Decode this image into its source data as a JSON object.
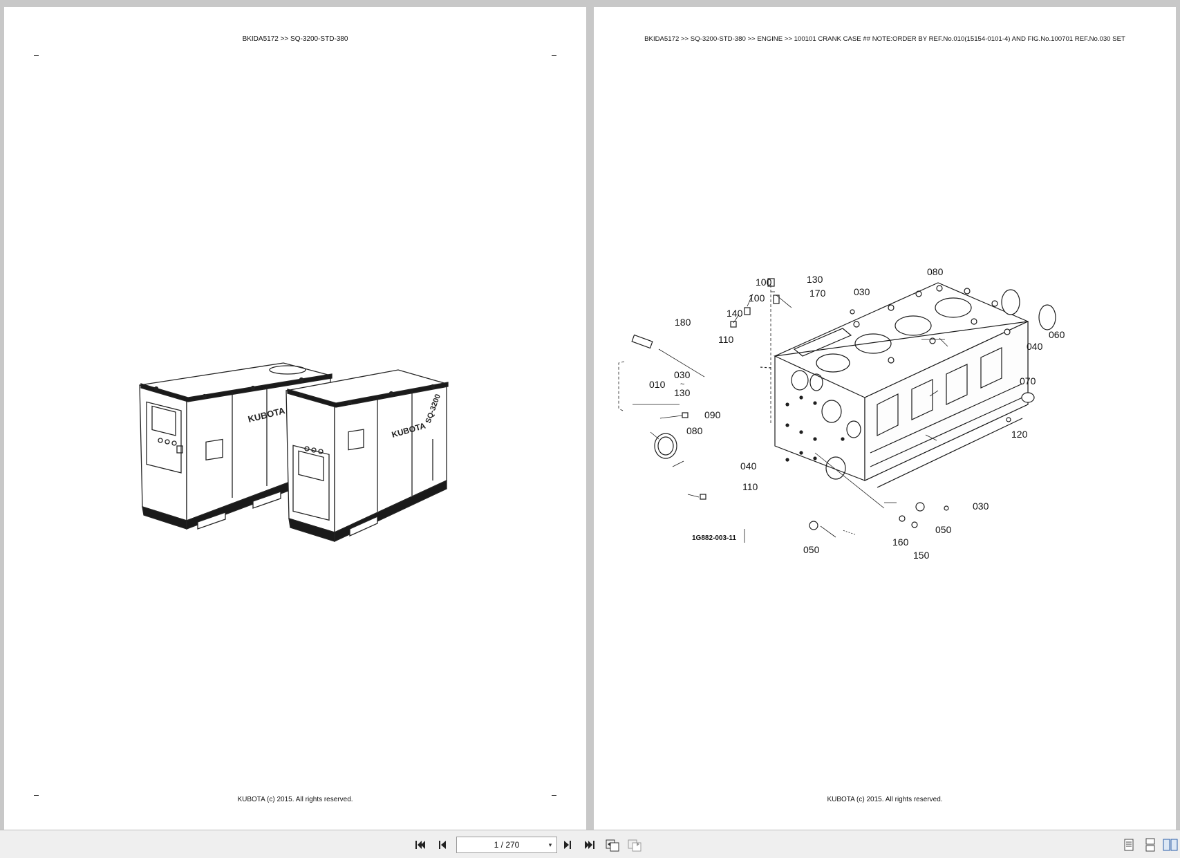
{
  "pages": [
    {
      "header": "BKIDA5172 >> SQ-3200-STD-380",
      "footer": "KUBOTA (c) 2015. All rights reserved.",
      "figure": {
        "brand_text_1": "KUBOTA",
        "brand_text_2": "KUBOTA",
        "model_text": "SQ-3200"
      }
    },
    {
      "header": "BKIDA5172 >> SQ-3200-STD-380 >> ENGINE >> 100101   CRANK CASE ## NOTE:ORDER BY REF.No.010(15154-0101-4) AND FIG.No.100701 REF.No.030 SET",
      "footer": "KUBOTA (c) 2015. All rights reserved.",
      "figure": {
        "code": "1G882-003-11",
        "callouts": [
          "080",
          "130",
          "100",
          "170",
          "030",
          "100",
          "140",
          "180",
          "110",
          "030",
          "~",
          "130",
          "010",
          "090",
          "080",
          "040",
          "110",
          "050",
          "160",
          "150",
          "050",
          "030",
          "120",
          "070",
          "060",
          "040"
        ]
      }
    }
  ],
  "toolbar": {
    "page_indicator": "1 / 270",
    "dropdown_icon": "▾",
    "buttons": [
      "first-page-icon",
      "prev-page-icon",
      "next-page-icon",
      "last-page-icon",
      "go-back-icon",
      "go-forward-icon",
      "single-page-icon",
      "continuous-icon",
      "two-page-icon"
    ]
  }
}
